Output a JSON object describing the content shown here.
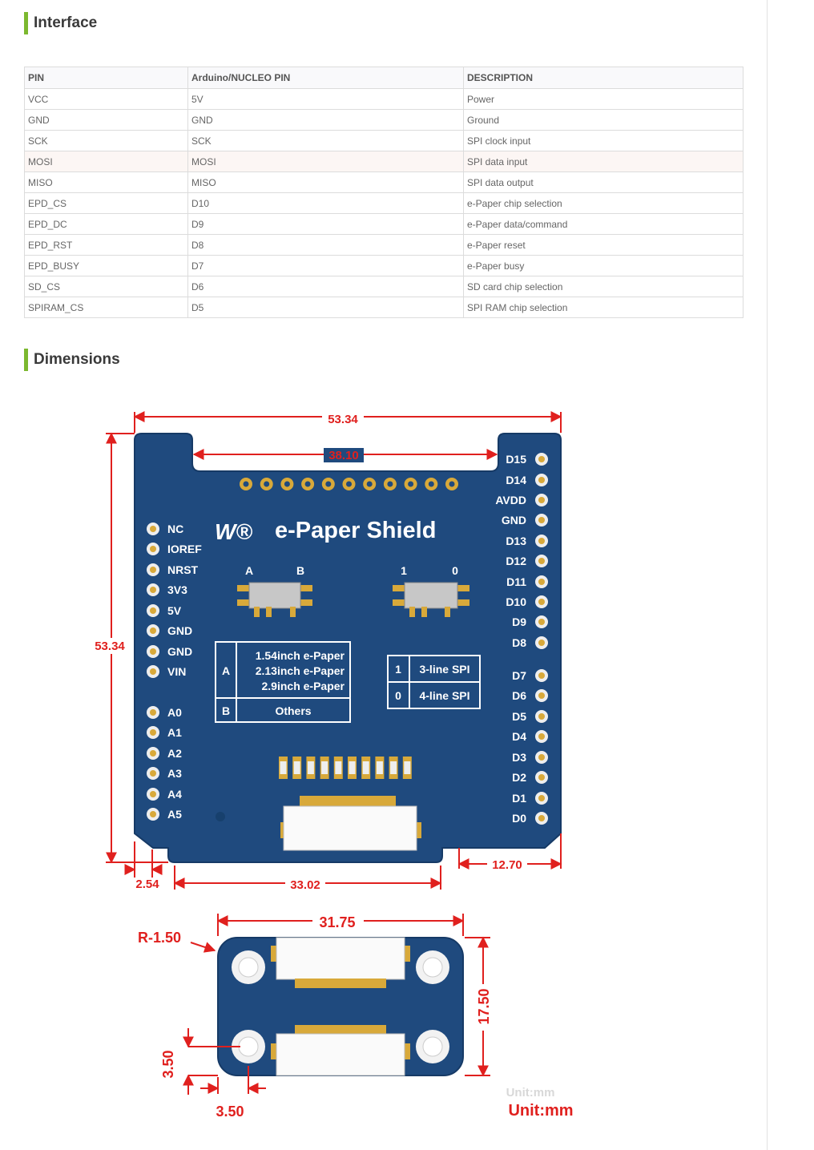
{
  "interface": {
    "title": "Interface",
    "headers": [
      "PIN",
      "Arduino/NUCLEO PIN",
      "DESCRIPTION"
    ],
    "rows": [
      [
        "VCC",
        "5V",
        "Power"
      ],
      [
        "GND",
        "GND",
        "Ground"
      ],
      [
        "SCK",
        "SCK",
        "SPI clock input"
      ],
      [
        "MOSI",
        "MOSI",
        "SPI data input"
      ],
      [
        "MISO",
        "MISO",
        "SPI data output"
      ],
      [
        "EPD_CS",
        "D10",
        "e-Paper chip selection"
      ],
      [
        "EPD_DC",
        "D9",
        "e-Paper data/command"
      ],
      [
        "EPD_RST",
        "D8",
        "e-Paper reset"
      ],
      [
        "EPD_BUSY",
        "D7",
        "e-Paper busy"
      ],
      [
        "SD_CS",
        "D6",
        "SD card chip selection"
      ],
      [
        "SPIRAM_CS",
        "D5",
        "SPI RAM chip selection"
      ]
    ]
  },
  "dimensions": {
    "title": "Dimensions",
    "board_title": "e-Paper Shield",
    "logo_mark": "W®",
    "left_pins": [
      "NC",
      "IOREF",
      "NRST",
      "3V3",
      "5V",
      "GND",
      "GND",
      "VIN",
      "A0",
      "A1",
      "A2",
      "A3",
      "A4",
      "A5"
    ],
    "right_pins": [
      "D15",
      "D14",
      "AVDD",
      "GND",
      "D13",
      "D12",
      "D11",
      "D10",
      "D9",
      "D8",
      "D7",
      "D6",
      "D5",
      "D4",
      "D3",
      "D2",
      "D1",
      "D0"
    ],
    "switch_ab": [
      "A",
      "B"
    ],
    "switch_10": [
      "1",
      "0"
    ],
    "table_ab": {
      "a_label": "A",
      "a_lines": [
        "1.54inch e-Paper",
        "2.13inch e-Paper",
        "2.9inch e-Paper"
      ],
      "b_label": "B",
      "b_text": "Others"
    },
    "table_spi": [
      [
        "1",
        "3-line SPI"
      ],
      [
        "0",
        "4-line SPI"
      ]
    ],
    "measures": {
      "total_width": "53.34",
      "notch_width": "38.10",
      "height": "53.34",
      "left_offset": "2.54",
      "bottom_span": "33.02",
      "right_offset": "12.70",
      "adapter_width": "31.75",
      "adapter_height": "17.50",
      "radius": "R-1.50",
      "hole_x": "3.50",
      "hole_y": "3.50"
    },
    "unit": "Unit:mm",
    "unit_ghost": "Unit:mm",
    "colors": {
      "board": "#1f4a7e",
      "board_dark": "#163a66",
      "dimension": "#e0201e",
      "accent": "#7cb82f"
    }
  }
}
